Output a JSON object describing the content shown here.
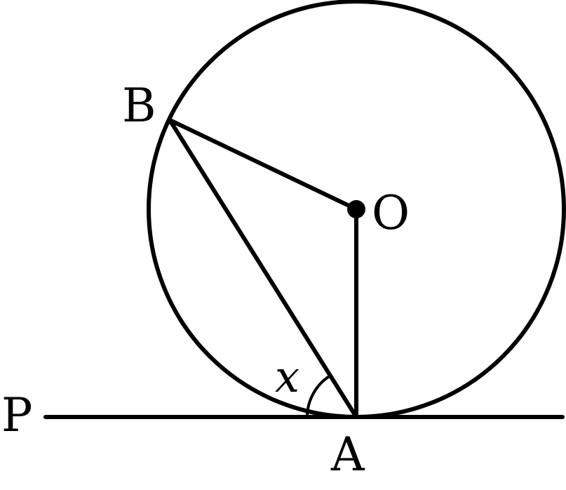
{
  "diagram": {
    "points": {
      "B": "B",
      "O": "O",
      "P": "P",
      "A": "A"
    },
    "angle_label": "x",
    "stroke_color": "#000000",
    "background_color": "#ffffff"
  }
}
